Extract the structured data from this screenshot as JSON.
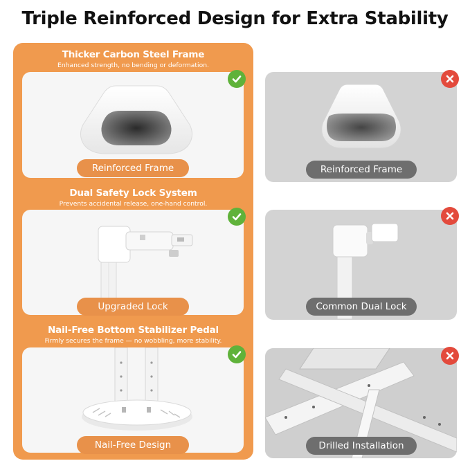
{
  "title": "Triple Reinforced Design for Extra Stability",
  "colors": {
    "accent_orange": "#f09a4e",
    "good_label": "#e8914a",
    "bad_label": "#6e6e6e",
    "check_green": "#5fb23a",
    "cross_red": "#e34a3c"
  },
  "sections": [
    {
      "title": "Thicker Carbon Steel Frame",
      "subtitle": "Enhanced strength, no bending or deformation.",
      "good_label": "Reinforced Frame",
      "bad_label": "Reinforced Frame"
    },
    {
      "title": "Dual Safety Lock System",
      "subtitle": "Prevents accidental release, one-hand control.",
      "good_label": "Upgraded Lock",
      "bad_label": "Common Dual Lock"
    },
    {
      "title": "Nail-Free Bottom Stabilizer Pedal",
      "subtitle": "Firmly secures the frame — no wobbling, more stability.",
      "good_label": "Nail-Free Design",
      "bad_label": "Drilled Installation"
    }
  ],
  "icons": {
    "good": "check-icon",
    "bad": "cross-icon"
  }
}
